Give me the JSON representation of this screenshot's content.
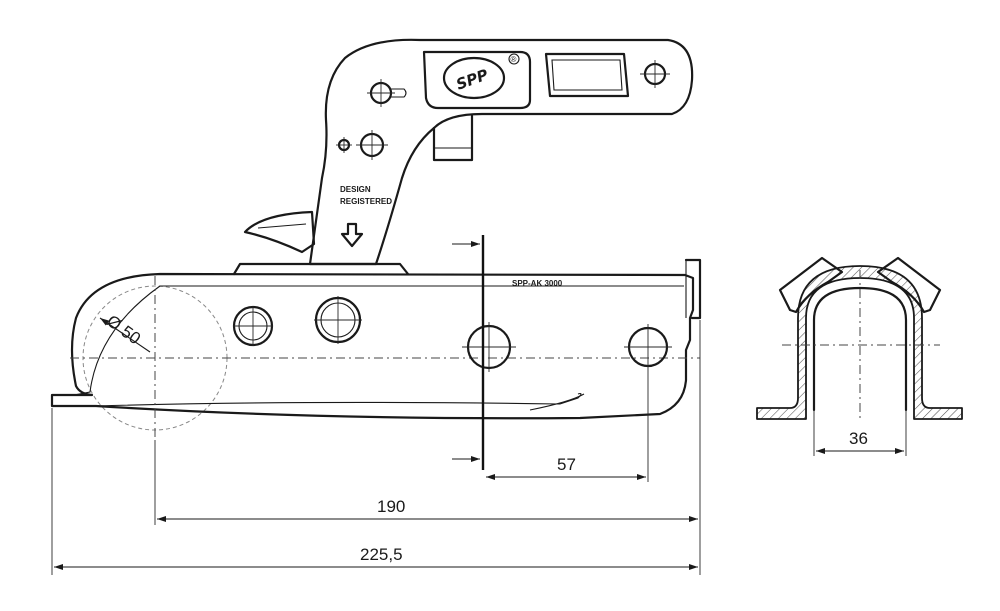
{
  "drawing": {
    "logo_text": "SPP",
    "logo_mark": "®",
    "handle_label_line1": "DESIGN",
    "handle_label_line2": "REGISTERED",
    "body_marking": "SPP-AK 3000"
  },
  "dimensions": {
    "ball_diameter": "Ø 50",
    "hole_spacing": "57",
    "ball_to_flange": "190",
    "overall_length": "225,5",
    "section_width": "36"
  }
}
